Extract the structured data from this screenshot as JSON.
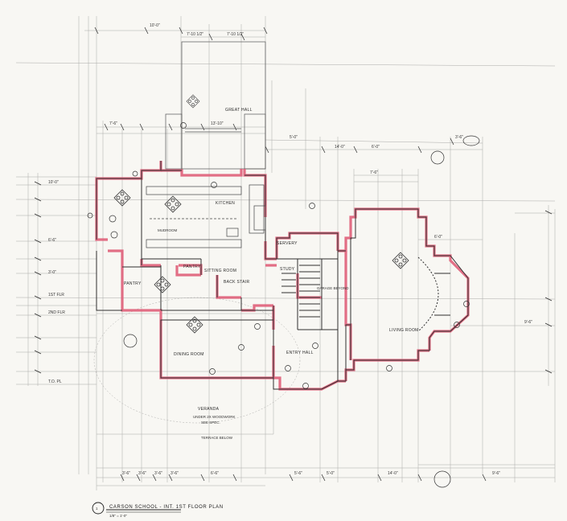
{
  "drawing": {
    "title": "CARSON SCHOOL - INT. 1ST FLOOR PLAN",
    "scale": "1/8\" = 1'-0\"",
    "sheet_number": "1",
    "ink_color": "#3a3a3a",
    "wall_highlight_color": "#e0607a"
  },
  "rooms": {
    "great_hall": "GREAT HALL",
    "kitchen": "KITCHEN",
    "pantry": "PANTRY",
    "servery": "SERVERY",
    "pantry2": "PANTRY",
    "sitting_room": "SITTING ROOM",
    "dining_room": "DINING ROOM",
    "entry_hall": "ENTRY HALL",
    "living_room": "LIVING ROOM",
    "mudroom": "MUDROOM",
    "garage_note": "GARAGE BEYOND",
    "porch": "VERANDA",
    "porch_note": "UNDER 2X WOODWORK",
    "porch_note2": "SEE SPEC.",
    "terrace": "TERRACE BELOW",
    "study": "STUDY",
    "back_stair": "BACK STAIR"
  },
  "dimensions": {
    "top1": "10'-0\"",
    "top2": "7'-10 1/2\"",
    "top3": "7'-10 1/2\"",
    "top4": "7'-6\"",
    "top5": "13'-10\"",
    "top6": "5'-0\"",
    "top7": "7'-6\"",
    "top8": "6'-0\"",
    "top9": "6'-0\"",
    "top10": "14'-0\"",
    "top11": "3'-6\"",
    "left1": "10'-0\"",
    "left2": "6'-6\"",
    "left3": "3'-0\"",
    "bot1": "3'-6\"",
    "bot2": "3'-6\"",
    "bot3": "3'-6\"",
    "bot4": "3'-6\"",
    "bot5": "6'-6\"",
    "bot6": "5'-6\"",
    "bot7": "5'-0\"",
    "bot8": "14'-0\"",
    "bot9": "9'-6\"",
    "bot10": "9'-6\"",
    "level1": "1ST FLR",
    "level2": "2ND FLR",
    "level3": "T.O. PL"
  }
}
